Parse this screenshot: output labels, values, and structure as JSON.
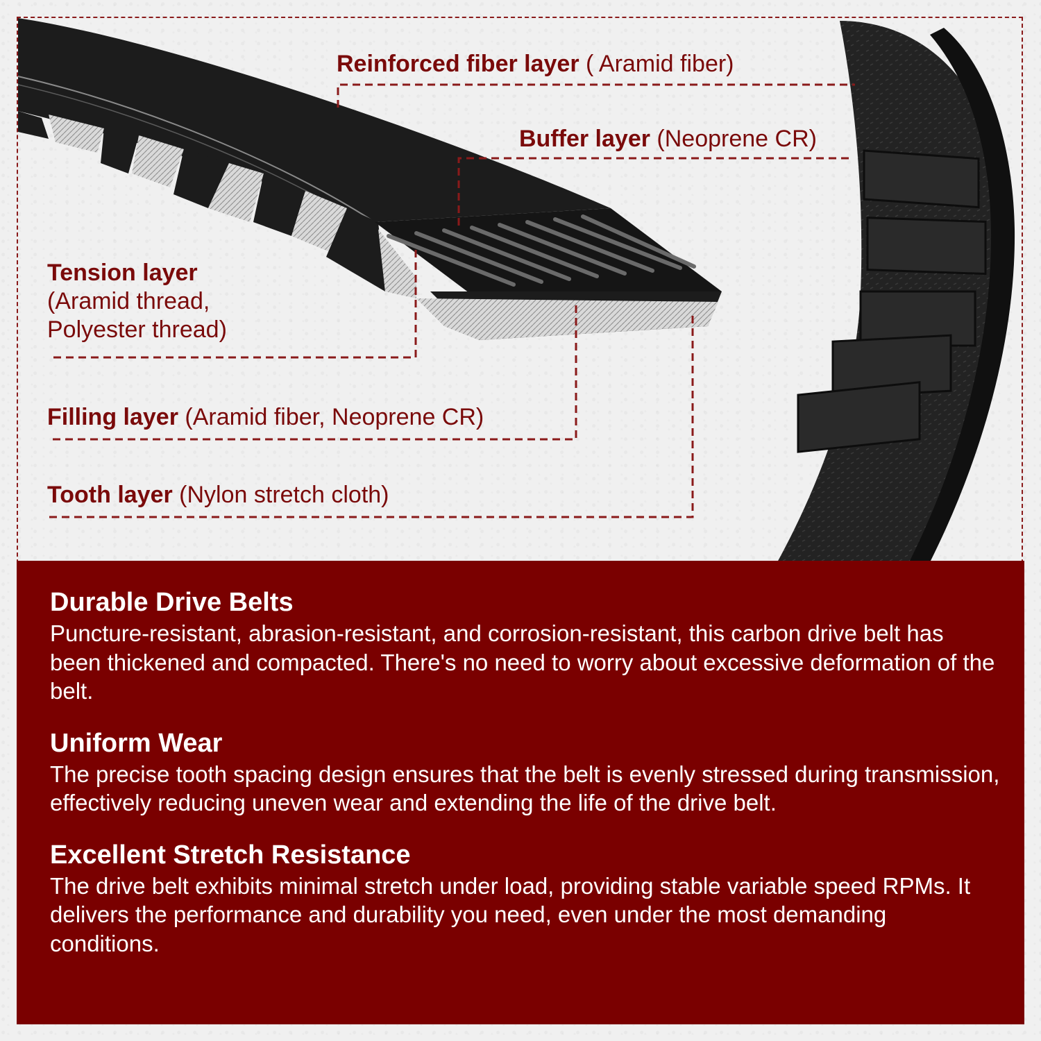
{
  "layers": [
    {
      "name": "Reinforced fiber layer",
      "material": " ( Aramid fiber)"
    },
    {
      "name": "Buffer layer",
      "material": " (Neoprene CR)"
    },
    {
      "name": "Tension layer",
      "material": "(Aramid thread, Polyester thread)"
    },
    {
      "name": "Filling layer",
      "material": " (Aramid fiber, Neoprene CR)"
    },
    {
      "name": "Tooth layer",
      "material": " (Nylon stretch cloth)"
    }
  ],
  "features": [
    {
      "title": "Durable Drive Belts",
      "body": "Puncture-resistant, abrasion-resistant, and corrosion-resistant, this carbon drive belt has been thickened and compacted. There's no need to worry about excessive deformation of the belt."
    },
    {
      "title": "Uniform Wear",
      "body": "The precise tooth spacing design ensures that the belt is evenly stressed during transmission, effectively reducing uneven wear and extending the life of the drive belt."
    },
    {
      "title": "Excellent Stretch Resistance",
      "body": "The drive belt exhibits minimal stretch under load, providing stable variable speed RPMs. It delivers the performance and durability you need, even under the most demanding conditions."
    }
  ],
  "colors": {
    "accent": "#7a0a0a",
    "panel": "#7a0000",
    "belt": "#1c1c1c"
  }
}
